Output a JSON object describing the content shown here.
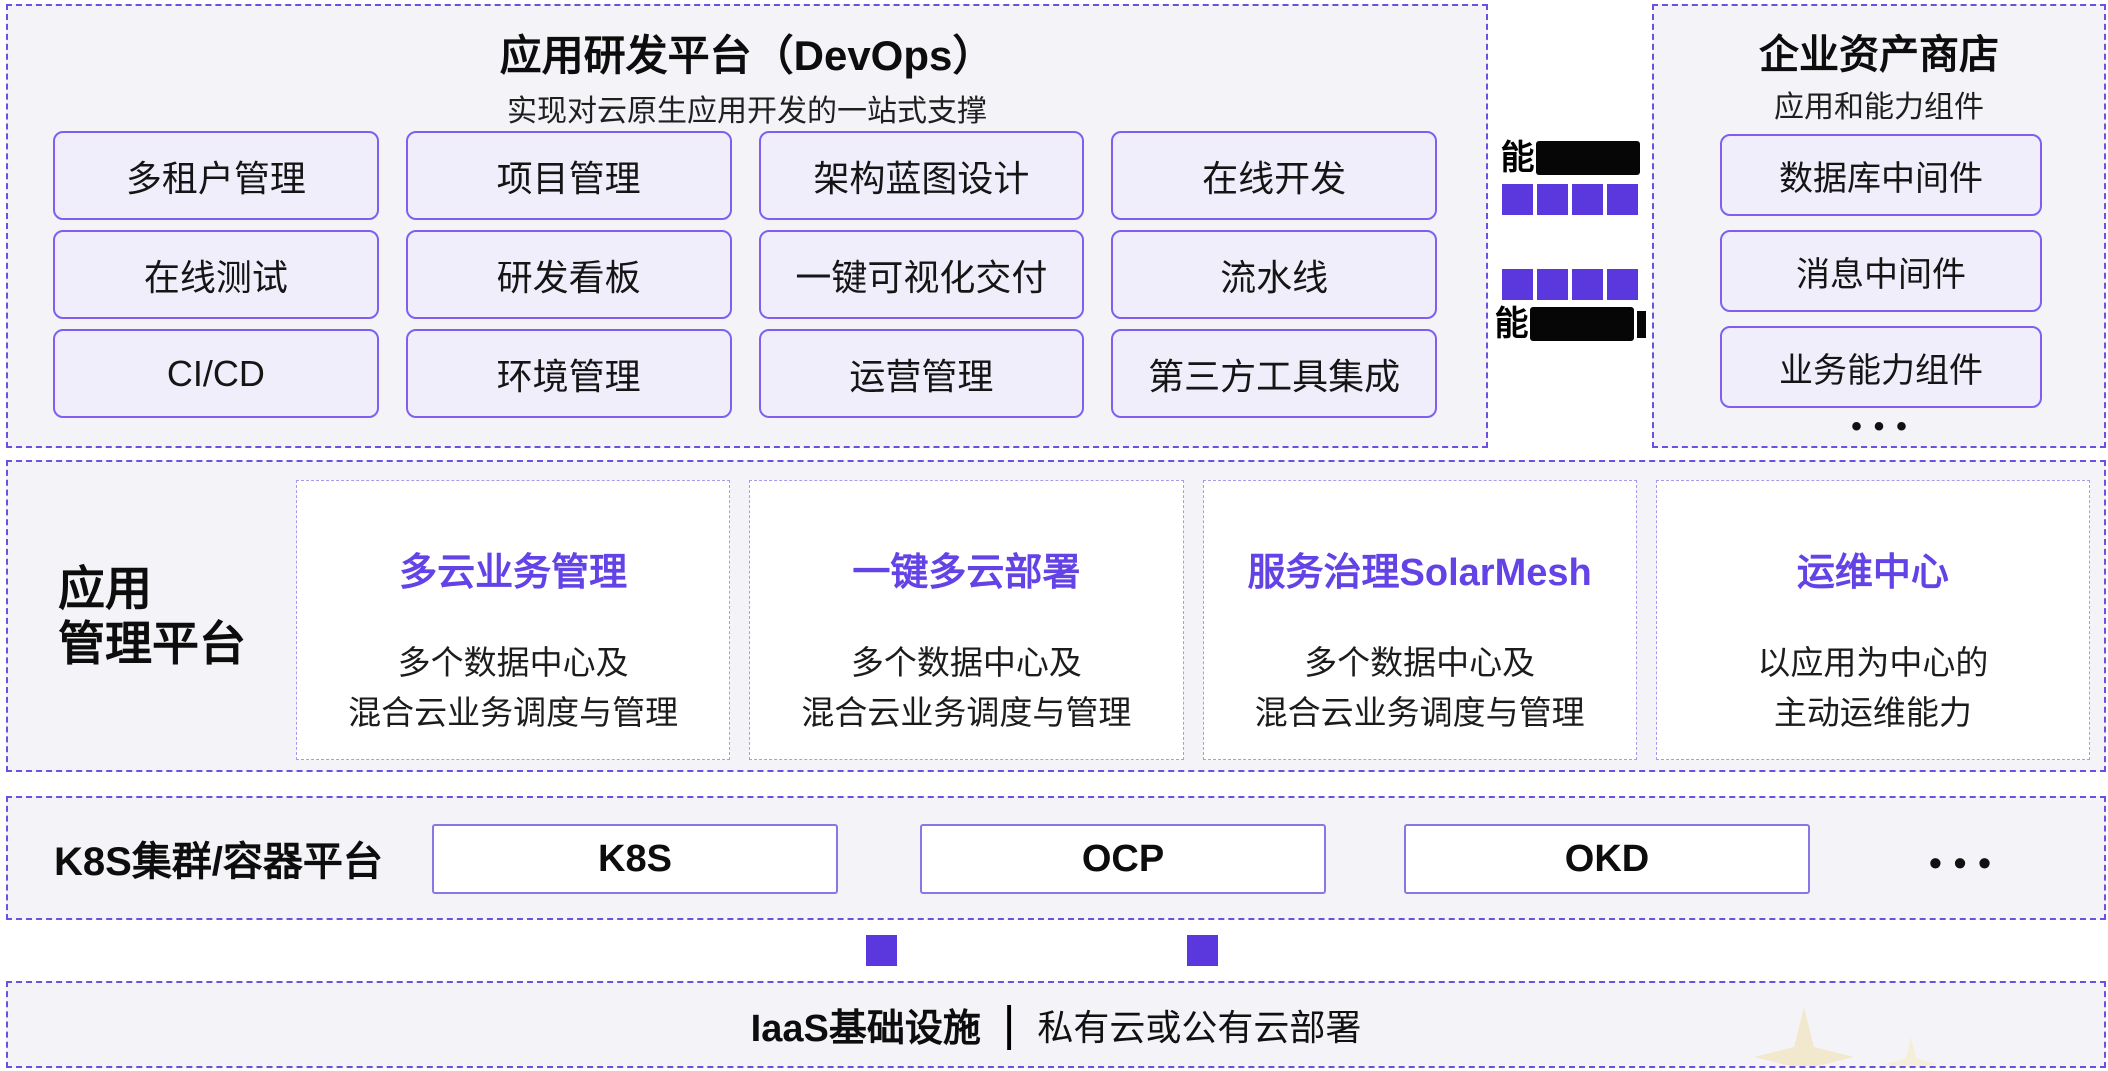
{
  "colors": {
    "panel_background": "#f4f4f8",
    "dashed_border_purple": "#6f4fe0",
    "pill_background": "#f1eefb",
    "pill_border_purple": "#7e5ff0",
    "accent_purple_text": "#6443e6",
    "arrow_square_purple": "#5b38de",
    "redaction_black": "#060606",
    "sparkle_cream": "#f2e8cd"
  },
  "devops_panel": {
    "title": "应用研发平台（DevOps）",
    "subtitle": "实现对云原生应用开发的一站式支撑",
    "buttons": [
      "多租户管理",
      "项目管理",
      "架构蓝图设计",
      "在线开发",
      "在线测试",
      "研发看板",
      "一键可视化交付",
      "流水线",
      "CI/CD",
      "环境管理",
      "运营管理",
      "第三方工具集成"
    ]
  },
  "connector_column": {
    "top_label_prefix": "能",
    "bottom_label_prefix": "能",
    "squares_per_row": 4
  },
  "asset_store_panel": {
    "title": "企业资产商店",
    "subtitle": "应用和能力组件",
    "items": [
      "数据库中间件",
      "消息中间件",
      "业务能力组件"
    ],
    "ellipsis": "•••"
  },
  "app_mgmt_band": {
    "label_line1": "应用",
    "label_line2": "管理平台",
    "cards": [
      {
        "title": "多云业务管理",
        "body_line1": "多个数据中心及",
        "body_line2": "混合云业务调度与管理"
      },
      {
        "title": "一键多云部署",
        "body_line1": "多个数据中心及",
        "body_line2": "混合云业务调度与管理"
      },
      {
        "title": "服务治理SolarMesh",
        "body_line1": "多个数据中心及",
        "body_line2": "混合云业务调度与管理"
      },
      {
        "title": "运维中心",
        "body_line1": "以应用为中心的",
        "body_line2": "主动运维能力"
      }
    ]
  },
  "k8s_band": {
    "label": "K8S集群/容器平台",
    "boxes": [
      "K8S",
      "OCP",
      "OKD"
    ],
    "ellipsis": "•••"
  },
  "iaas_band": {
    "title": "IaaS基础设施",
    "divider": "|",
    "subtitle": "私有云或公有云部署"
  }
}
